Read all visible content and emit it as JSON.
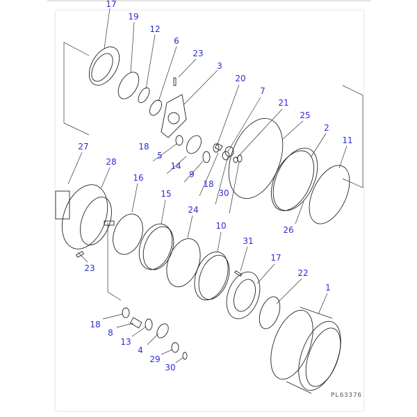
{
  "diagram": {
    "drawing_code": "PL63376",
    "callouts": [
      "17",
      "19",
      "12",
      "6",
      "23",
      "3",
      "20",
      "7",
      "21",
      "25",
      "2",
      "11",
      "27",
      "28",
      "18",
      "5",
      "14",
      "9",
      "18",
      "30",
      "16",
      "15",
      "24",
      "10",
      "31",
      "17",
      "22",
      "1",
      "26",
      "23",
      "18",
      "8",
      "13",
      "4",
      "29",
      "30"
    ]
  }
}
